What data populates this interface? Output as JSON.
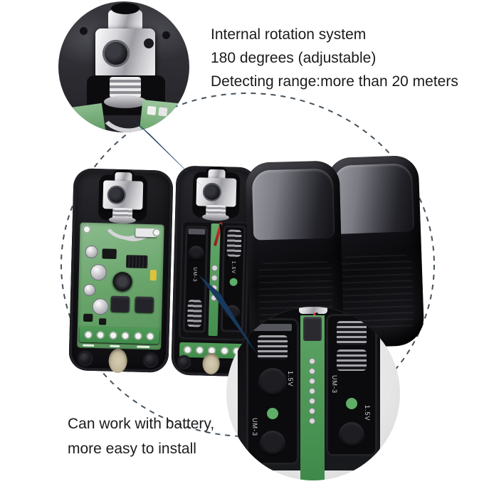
{
  "annotations": {
    "top_note": {
      "lines": [
        "Internal rotation system",
        "180 degrees (adjustable)",
        "Detecting range:more than 20 meters"
      ]
    },
    "bottom_note": {
      "lines": [
        "Can work with battery,",
        "more easy to install"
      ]
    }
  },
  "battery_close_up": {
    "left_slot": {
      "top_label": "1.5V",
      "bottom_label": "UM-3"
    },
    "right_slot": {
      "top_label": "UM-3",
      "bottom_label": "1.5V"
    }
  },
  "device_compartment": {
    "left_label": "UM-3",
    "right_label": "1.5V"
  },
  "colors": {
    "callout_navy": "#17395e",
    "dash_gray": "#46525c",
    "pcb_green": "#5fae68",
    "terminal_green": "#3f8a4a",
    "background": "#ffffff"
  }
}
